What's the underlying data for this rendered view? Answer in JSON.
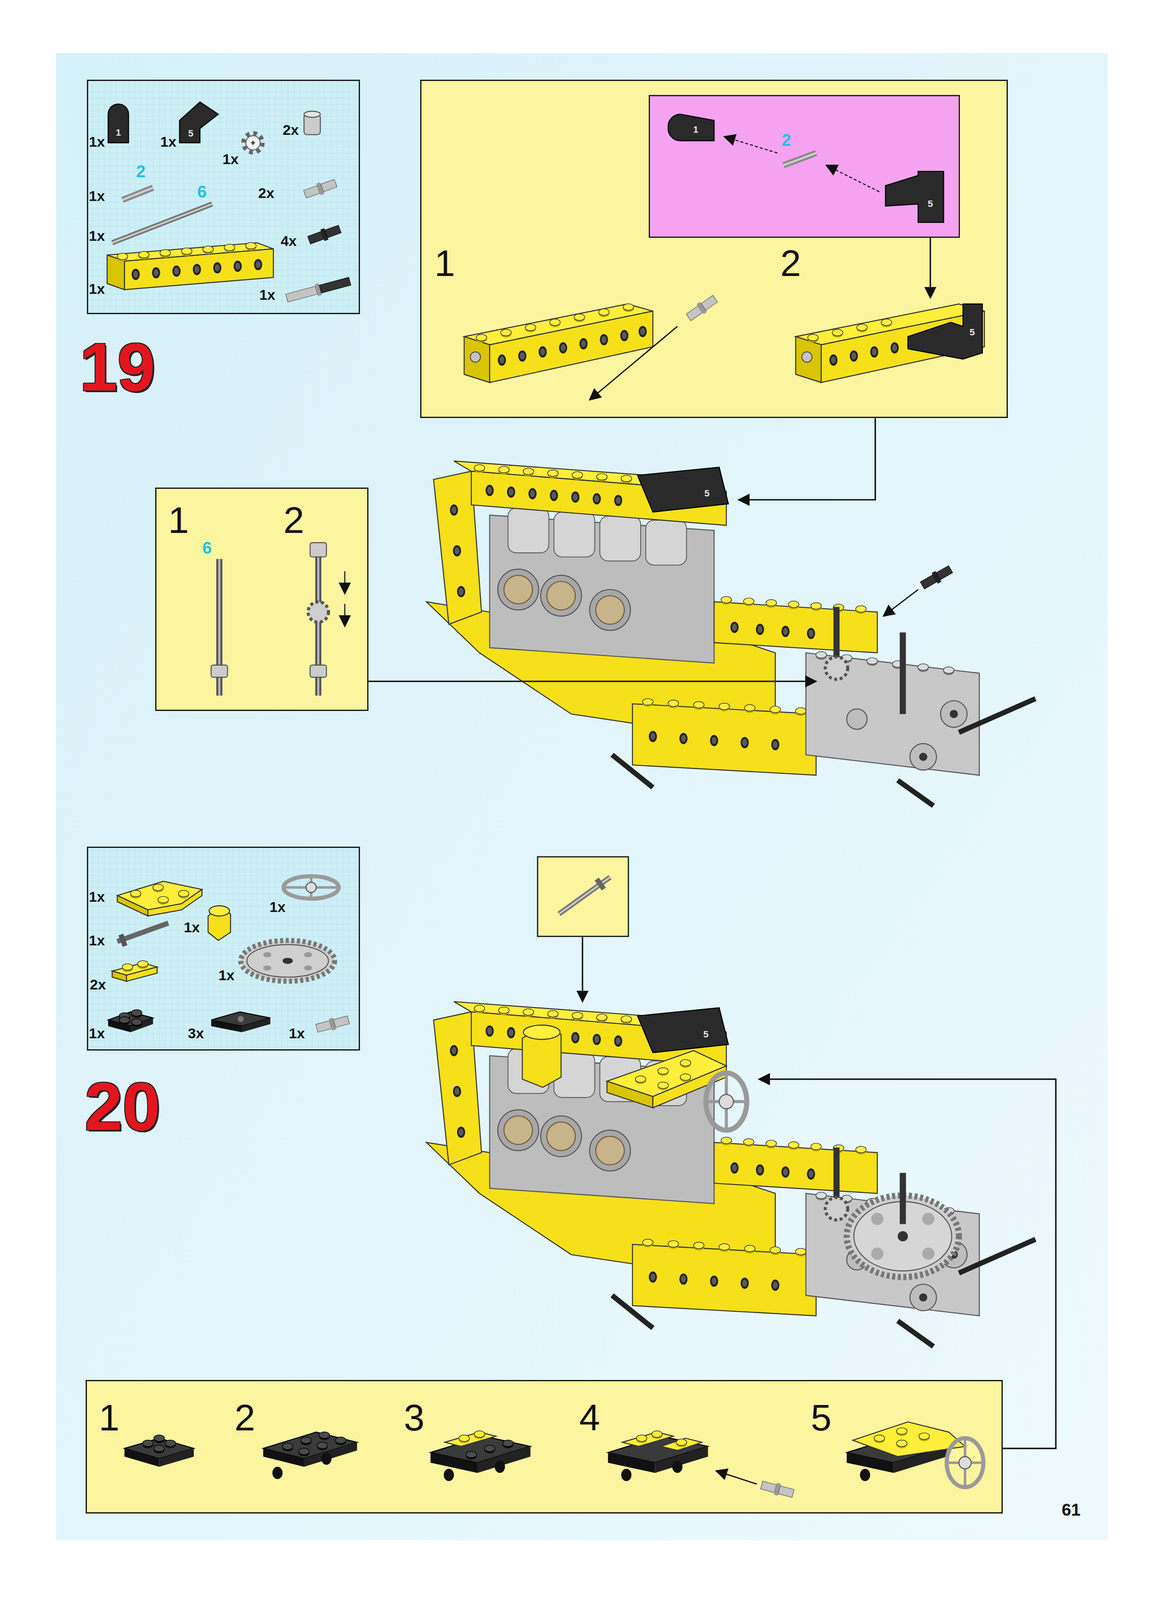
{
  "diagram": {
    "nodes": [
      {
        "text": [
          "1",
          "1x",
          "5",
          "1x",
          "2x",
          "1x",
          "2",
          "1x",
          "6",
          "2x",
          "1x",
          "4x",
          "1x",
          "1x"
        ]
      },
      {
        "text": [
          "1",
          "2",
          "5"
        ]
      },
      {
        "text": [
          "1",
          "2",
          "5"
        ],
        "in": 1
      },
      {
        "text": [
          "1",
          "2",
          "6"
        ]
      },
      {
        "text": [
          "1x",
          "1x",
          "1x",
          "1x",
          "1x",
          "2x",
          "1x",
          "3x",
          "1x"
        ]
      },
      {
        "text": [
          "1",
          "2",
          "3",
          "4",
          "5"
        ]
      }
    ],
    "labels": [
      "19",
      "5",
      "20",
      "5",
      "61"
    ]
  }
}
